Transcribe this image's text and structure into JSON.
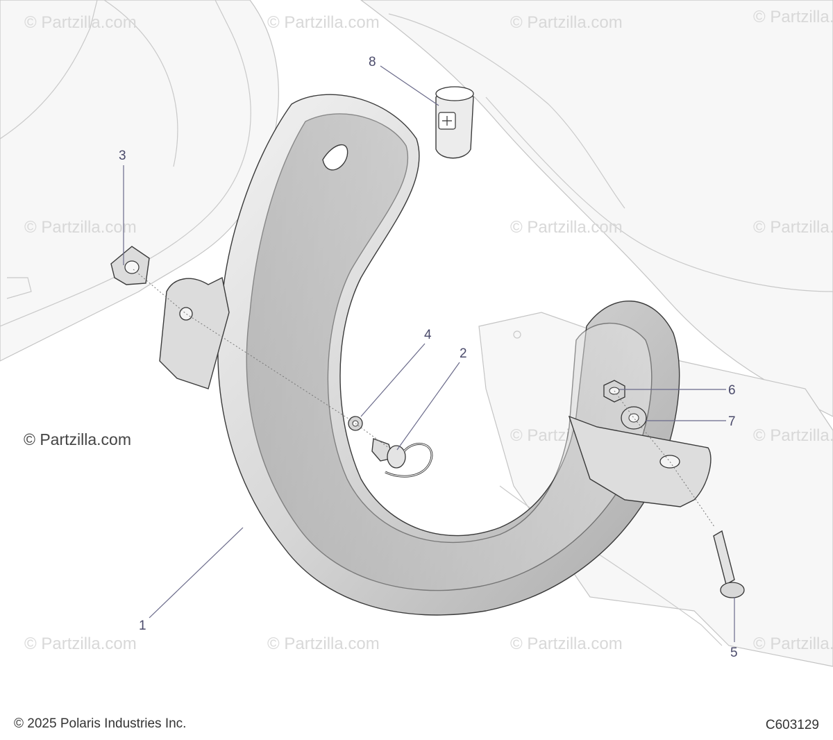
{
  "watermark": {
    "repeated_text": "© Partzilla.com",
    "main_text": "© Partzilla.com"
  },
  "callouts": [
    {
      "id": "1",
      "part": "heat-shield-clamp"
    },
    {
      "id": "2",
      "part": "quarter-turn-fastener"
    },
    {
      "id": "3",
      "part": "clip-nut"
    },
    {
      "id": "4",
      "part": "retaining-washer"
    },
    {
      "id": "5",
      "part": "bolt"
    },
    {
      "id": "6",
      "part": "nut"
    },
    {
      "id": "7",
      "part": "washer"
    },
    {
      "id": "8",
      "part": "band-clamp"
    }
  ],
  "footer": {
    "copyright": "© 2025 Polaris Industries Inc.",
    "diagram_code": "C603129"
  },
  "colors": {
    "part_fill": "#e6e6e6",
    "part_shade": "#b9b9b9",
    "background_lines": "#c9c9c9",
    "callout_text": "#4a4a6a",
    "watermark": "#d8d8d8"
  }
}
